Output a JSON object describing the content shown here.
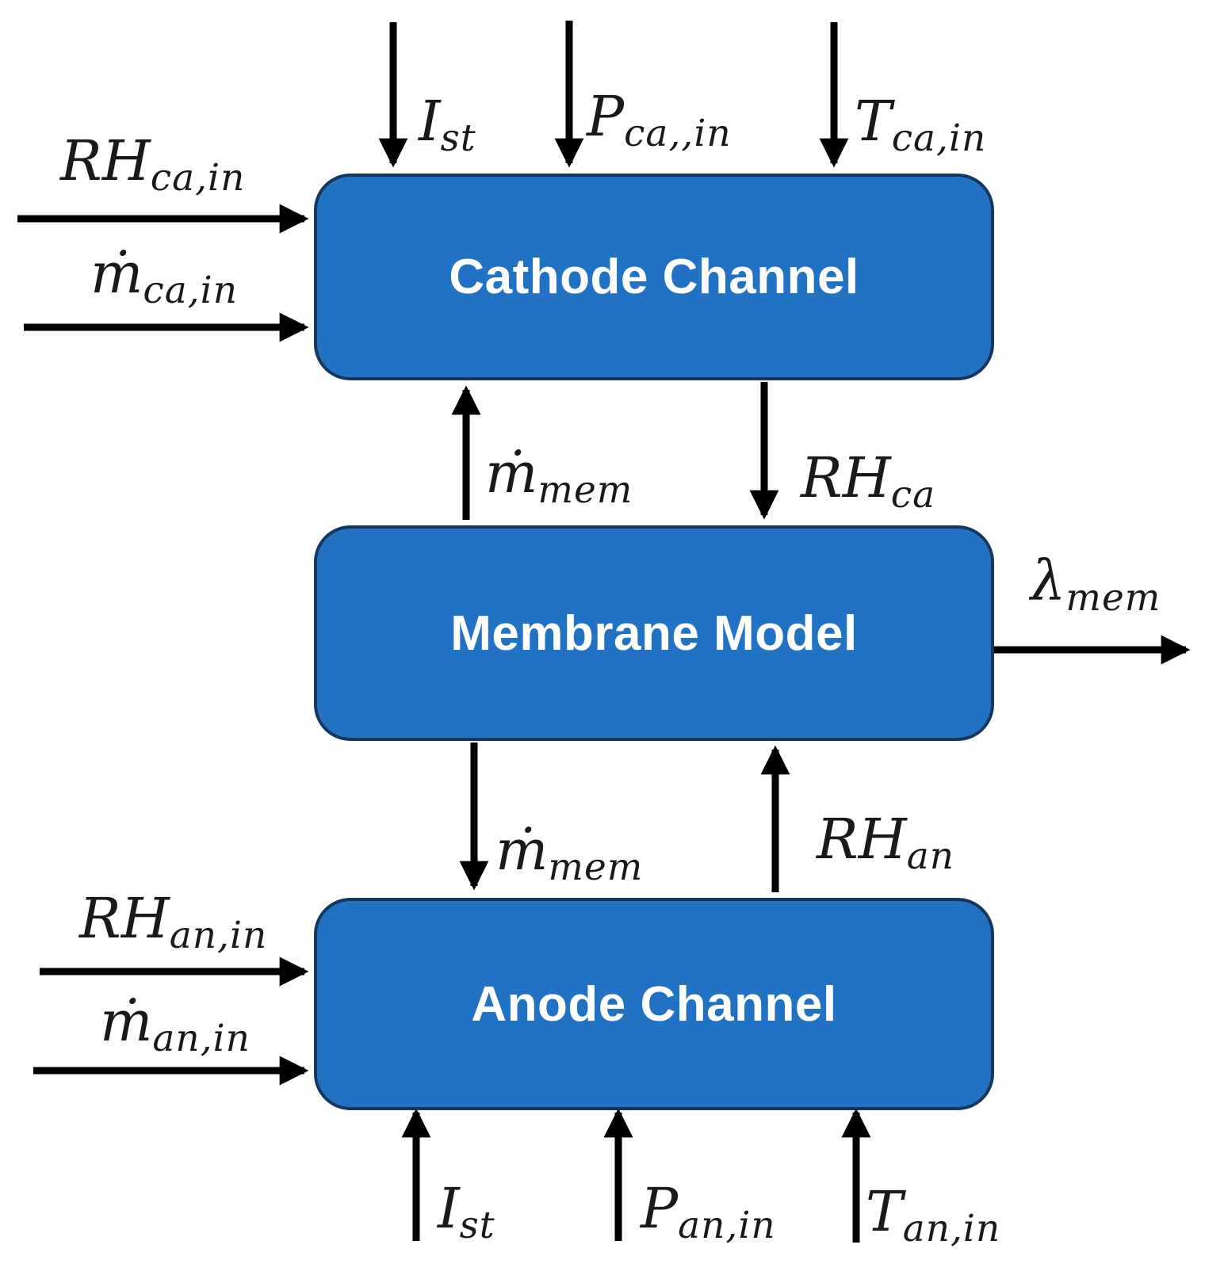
{
  "diagram": {
    "title": "Fuel cell humidity model block diagram",
    "colors": {
      "block_fill": "#2272c4",
      "block_border": "#17365d",
      "block_text": "#ffffff",
      "arrow_color": "#000000"
    },
    "blocks": {
      "cathode": {
        "label": "Cathode Channel"
      },
      "membrane": {
        "label": "Membrane Model"
      },
      "anode": {
        "label": "Anode Channel"
      }
    },
    "labels": {
      "ist_top": {
        "sym": "I",
        "sub": "st"
      },
      "pca_in": {
        "sym": "P",
        "sub": "ca,,in"
      },
      "tca_in": {
        "sym": "T",
        "sub": "ca,in"
      },
      "rhca_in": {
        "sym": "RH",
        "sub": "ca,in"
      },
      "mca_in": {
        "sym": "ṁ",
        "sub": "ca,in"
      },
      "mmem_up": {
        "sym": "ṁ",
        "sub": "mem"
      },
      "rhca": {
        "sym": "RH",
        "sub": "ca"
      },
      "lambda_mem": {
        "sym": "λ",
        "sub": "mem"
      },
      "mmem_down": {
        "sym": "ṁ",
        "sub": "mem"
      },
      "rhan": {
        "sym": "RH",
        "sub": "an"
      },
      "rhan_in": {
        "sym": "RH",
        "sub": "an,in"
      },
      "man_in": {
        "sym": "ṁ",
        "sub": "an,in"
      },
      "ist_bottom": {
        "sym": "I",
        "sub": "st"
      },
      "pan_in": {
        "sym": "P",
        "sub": "an,in"
      },
      "tan_in": {
        "sym": "T",
        "sub": "an,in"
      }
    },
    "connections": [
      {
        "from": "input",
        "to": "cathode",
        "label_key": "ist_top"
      },
      {
        "from": "input",
        "to": "cathode",
        "label_key": "pca_in"
      },
      {
        "from": "input",
        "to": "cathode",
        "label_key": "tca_in"
      },
      {
        "from": "input",
        "to": "cathode",
        "label_key": "rhca_in"
      },
      {
        "from": "input",
        "to": "cathode",
        "label_key": "mca_in"
      },
      {
        "from": "membrane",
        "to": "cathode",
        "label_key": "mmem_up"
      },
      {
        "from": "cathode",
        "to": "membrane",
        "label_key": "rhca"
      },
      {
        "from": "membrane",
        "to": "output",
        "label_key": "lambda_mem"
      },
      {
        "from": "membrane",
        "to": "anode",
        "label_key": "mmem_down"
      },
      {
        "from": "anode",
        "to": "membrane",
        "label_key": "rhan"
      },
      {
        "from": "input",
        "to": "anode",
        "label_key": "rhan_in"
      },
      {
        "from": "input",
        "to": "anode",
        "label_key": "man_in"
      },
      {
        "from": "input",
        "to": "anode",
        "label_key": "ist_bottom"
      },
      {
        "from": "input",
        "to": "anode",
        "label_key": "pan_in"
      },
      {
        "from": "input",
        "to": "anode",
        "label_key": "tan_in"
      }
    ]
  }
}
